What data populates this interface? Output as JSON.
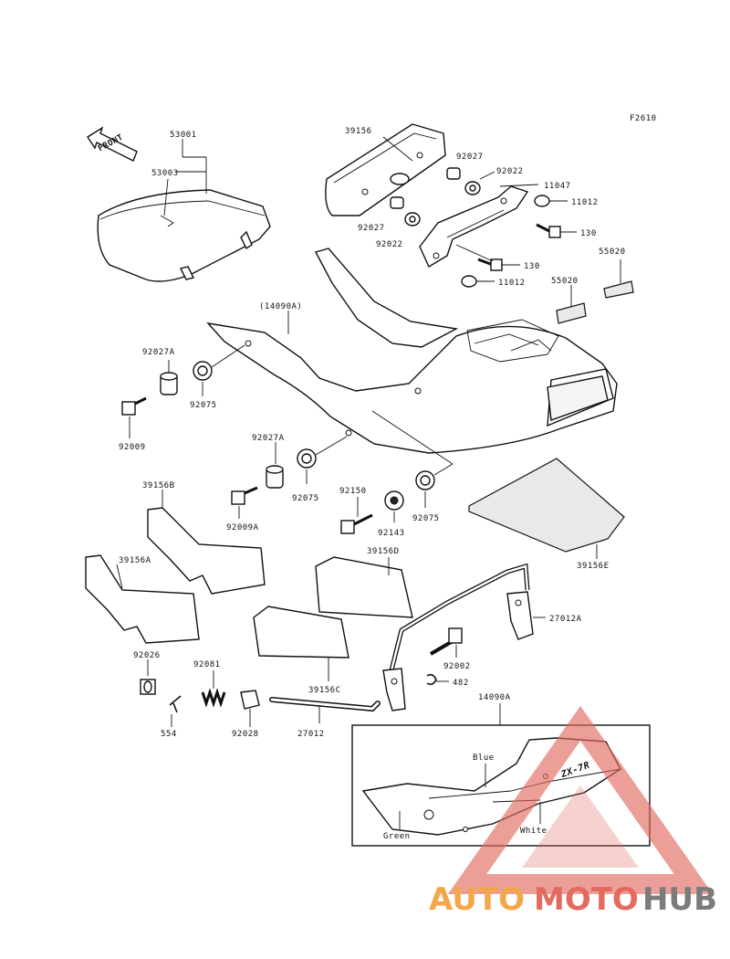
{
  "figure_id": "F2610",
  "front_label": "FRONT",
  "parts": {
    "p53001": "53001",
    "p53003": "53003",
    "p39156": "39156",
    "p92027_a": "92027",
    "p92027_b": "92027",
    "p92022_a": "92022",
    "p92022_b": "92022",
    "p11047": "11047",
    "p11012_a": "11012",
    "p11012_b": "11012",
    "p130_a": "130",
    "p130_b": "130",
    "p55020_a": "55020",
    "p55020_b": "55020",
    "p14090A_top": "(14090A)",
    "p92027A_a": "92027A",
    "p92075_a": "92075",
    "p92009": "92009",
    "p92027A_b": "92027A",
    "p92075_b": "92075",
    "p92009A": "92009A",
    "p92150": "92150",
    "p92143": "92143",
    "p92075_c": "92075",
    "p39156B": "39156B",
    "p39156A": "39156A",
    "p39156D": "39156D",
    "p39156E": "39156E",
    "p39156C": "39156C",
    "p27012A": "27012A",
    "p92002": "92002",
    "p482": "482",
    "p92026": "92026",
    "p92081": "92081",
    "p554": "554",
    "p92028": "92028",
    "p27012": "27012",
    "p14090A_box": "14090A"
  },
  "inset": {
    "blue": "Blue",
    "green": "Green",
    "white": "White",
    "decal": "ZX-7R"
  },
  "watermark": {
    "auto": "AUTO",
    "moto": "MOTO",
    "hub": "HUB",
    "color_auto": "#f2a74b",
    "color_moto": "#e26a5e",
    "color_hub": "#7b7b7b"
  }
}
